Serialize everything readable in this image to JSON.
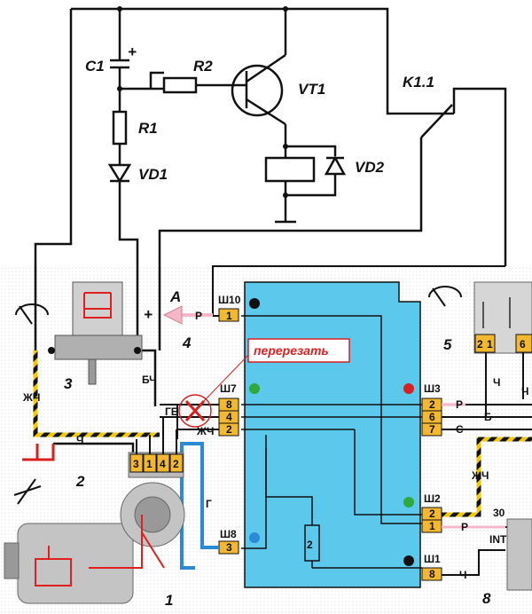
{
  "labels": {
    "c1": "C1",
    "plus": "+",
    "r2": "R2",
    "vt1": "VT1",
    "r1": "R1",
    "vd1": "VD1",
    "vd2": "VD2",
    "k11": "K1.1",
    "a": "A",
    "plus_a": "+",
    "p_a": "Р",
    "n3": "3",
    "n4": "4",
    "n5": "5",
    "n1": "1",
    "n2": "2",
    "n8": "8",
    "cut": "перерезать",
    "resistor2": "2",
    "bch": "БЧ",
    "zhch_left": "ЖЧ",
    "gb": "ГБ",
    "zhch_mid": "ЖЧ",
    "ch_left": "Ч",
    "g": "Г",
    "r_w3": "Р",
    "b_w6": "Б",
    "c_w7": "С",
    "zhch_right": "ЖЧ",
    "r_w1": "Р",
    "ch_w8": "Ч",
    "ch_5a": "Ч",
    "ch_5b": "Ч",
    "c30": "30",
    "cint": "INT"
  },
  "connectors": {
    "sh10": "Ш10",
    "sh7": "Ш7",
    "sh8": "Ш8",
    "sh3": "Ш3",
    "sh2": "Ш2",
    "sh1": "Ш1"
  },
  "pins": {
    "p1_sh10": "1",
    "p8": "8",
    "p4": "4",
    "p2_sh7": "2",
    "p3_sh8": "3",
    "p2_sh3": "2",
    "p6_sh3": "6",
    "p7_sh3": "7",
    "p2_sh2": "2",
    "p1_sh2": "1",
    "p8_sh1": "8",
    "m3": "3",
    "m1": "1",
    "m4": "4",
    "m2": "2",
    "s5_2": "2",
    "s5_1": "1",
    "s5_6": "6"
  },
  "colors": {
    "module": "#5bc8ec",
    "pin": "#f2b830",
    "wire": "#111111",
    "red": "#e02020",
    "pink": "#f5b8c8",
    "blue": "#2a8ad6",
    "yellow": "#f0c800"
  }
}
